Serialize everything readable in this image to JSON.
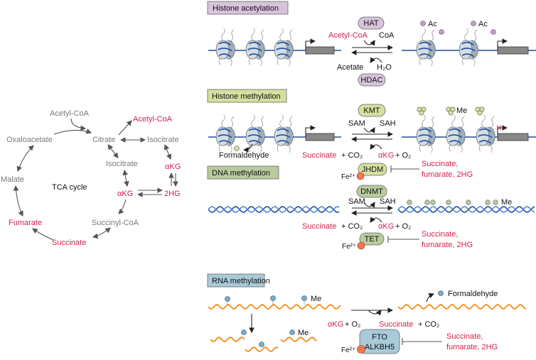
{
  "tca": {
    "title": "TCA cycle",
    "acetyl_coa_in": "Acetyl-CoA",
    "acetyl_coa_out": "Acetyl-CoA",
    "oxaloacetate": "Oxaloacetate",
    "citrate": "Citrate",
    "isocitrate_cyto": "Isocitrate",
    "isocitrate": "Isocitrate",
    "akg_cyto": "αKG",
    "akg": "αKG",
    "hg2": "2HG",
    "malate": "Malate",
    "fumarate": "Fumarate",
    "succinyl_coa": "Succinyl-CoA",
    "succinate": "Succinate"
  },
  "histone_acetylation": {
    "title": "Histone acetylation",
    "writer": "HAT",
    "eraser": "HDAC",
    "substrate": "Acetyl-CoA",
    "product": "CoA",
    "rev_product": "Acetate",
    "rev_substrate": "H₂O",
    "mark": "Ac"
  },
  "histone_methylation": {
    "title": "Histone methylation",
    "writer": "KMT",
    "eraser": "JHDM",
    "substrate": "SAM",
    "product": "SAH",
    "byproduct": "Formaldehyde",
    "succinate": "Succinate",
    "co2": "+ CO₂",
    "akg": "αKG",
    "o2": "+ O₂",
    "cofactor": "Fe²⁺",
    "inhibitors_1": "Succinate,",
    "inhibitors_2": "fumarate, 2HG",
    "mark": "Me"
  },
  "dna_methylation": {
    "title": "DNA methylation",
    "writer": "DNMT",
    "eraser": "TET",
    "substrate": "SAM",
    "product": "SAH",
    "succinate": "Succinate",
    "co2": "+ CO₂",
    "akg": "αKG",
    "o2": "+ O₂",
    "cofactor": "Fe²⁺",
    "inhibitors_1": "Succinate,",
    "inhibitors_2": "fumarate, 2HG",
    "mark": "Me"
  },
  "rna_methylation": {
    "title": "RNA methylation",
    "eraser_1": "FTO",
    "eraser_2": "ALKBH5",
    "akg": "αKG",
    "o2": "+ O₂",
    "succinate": "Succinate",
    "co2": "+ CO₂",
    "byproduct": "Formaldehyde",
    "cofactor": "Fe²⁺",
    "inhibitors_1": "Succinate,",
    "inhibitors_2": "fumarate, 2HG",
    "mark_1": "Me",
    "mark_2": "Me"
  },
  "colors": {
    "red": "#d1224f",
    "purple": "#d8c3dc",
    "green": "#d5e09f",
    "dnagreen": "#b9cb9d",
    "rnablue": "#a9cad8",
    "dna": "#1f4ea0",
    "rna": "#f0901e"
  }
}
